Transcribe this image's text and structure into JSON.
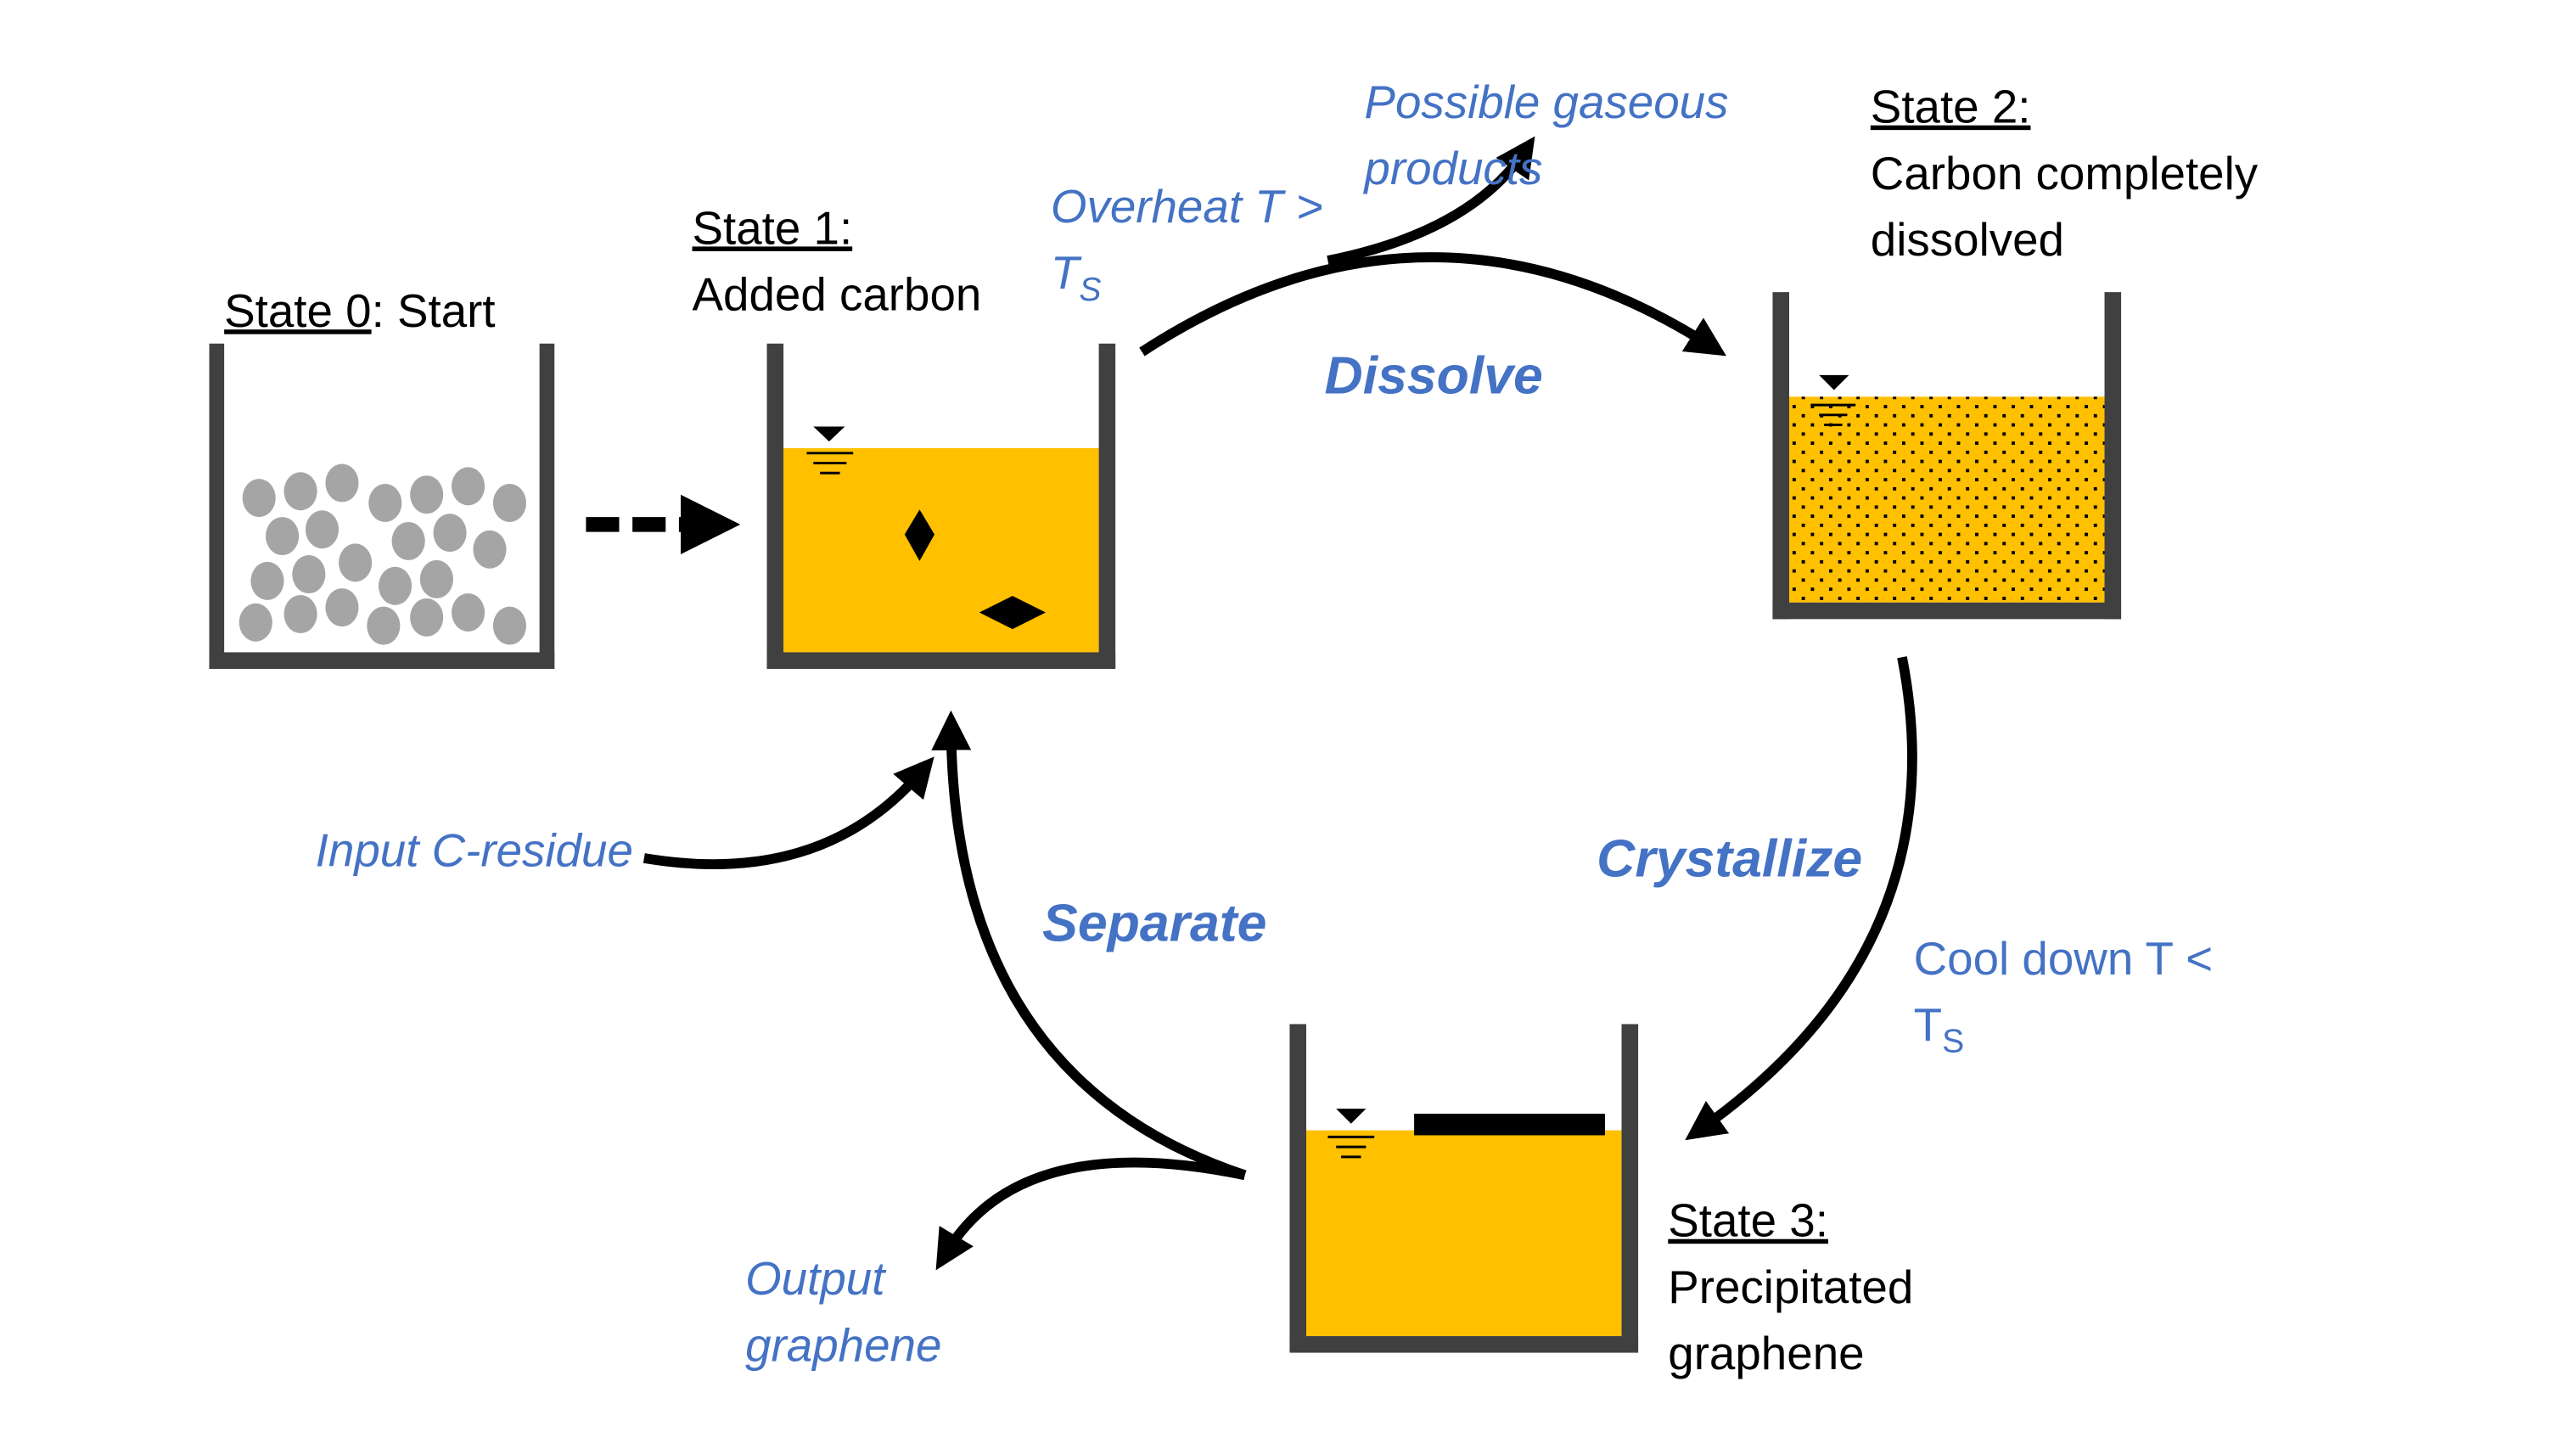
{
  "states": {
    "state0": {
      "prefix": "State 0",
      "suffix": ": Start"
    },
    "state1": {
      "title": "State 1:",
      "desc": "Added carbon"
    },
    "state2": {
      "title": "State 2:",
      "desc_line1": "Carbon completely",
      "desc_line2": "dissolved"
    },
    "state3": {
      "title": "State 3:",
      "desc_line1": "Precipitated",
      "desc_line2": "graphene"
    }
  },
  "steps": {
    "dissolve": "Dissolve",
    "crystallize": "Crystallize",
    "separate": "Separate"
  },
  "annotations": {
    "overheat_line1": "Overheat T >",
    "overheat_T": "T",
    "overheat_sub": "S",
    "gas_line1": "Possible gaseous",
    "gas_line2": "products",
    "cool_line1": "Cool down T <",
    "cool_T": "T",
    "cool_sub": "S",
    "input": "Input C-residue",
    "output_line1": "Output",
    "output_line2": "graphene"
  },
  "colors": {
    "accent": "#4472c4",
    "liquid": "#ffc000",
    "wall": "#404040",
    "particle": "#a5a5a5"
  }
}
